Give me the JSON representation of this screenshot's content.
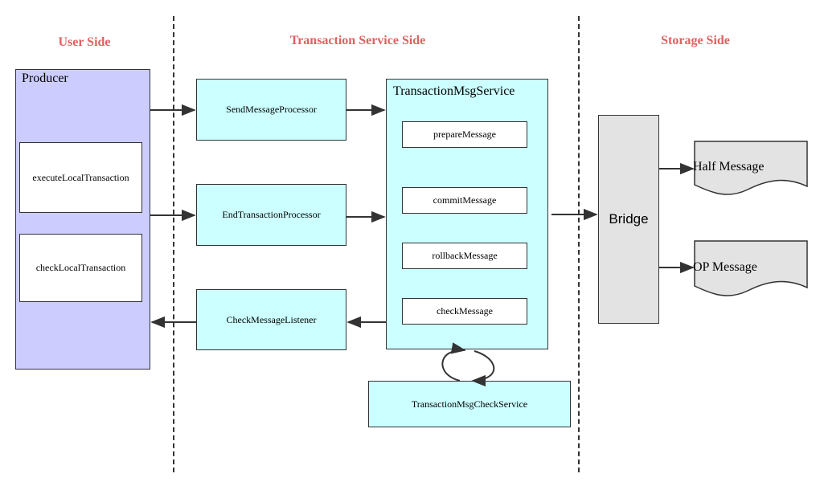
{
  "columns": {
    "user": "User Side",
    "service": "Transaction Service Side",
    "storage": "Storage Side"
  },
  "producer": {
    "title": "Producer",
    "execute": "executeLocalTransaction",
    "check": "checkLocalTransaction"
  },
  "processors": {
    "send": "SendMessageProcessor",
    "end": "EndTransactionProcessor",
    "listener": "CheckMessageListener"
  },
  "msg_service": {
    "title": "TransactionMsgService",
    "methods": [
      "prepareMessage",
      "commitMessage",
      "rollbackMessage",
      "checkMessage"
    ]
  },
  "check_service": "TransactionMsgCheckService",
  "bridge": "Bridge",
  "storage_items": {
    "half": "Half Message",
    "op": "OP Message"
  },
  "colors": {
    "accent_title": "#e06060",
    "producer_fill": "#ccccff",
    "service_fill": "#ccffff",
    "storage_fill": "#e3e3e3"
  }
}
